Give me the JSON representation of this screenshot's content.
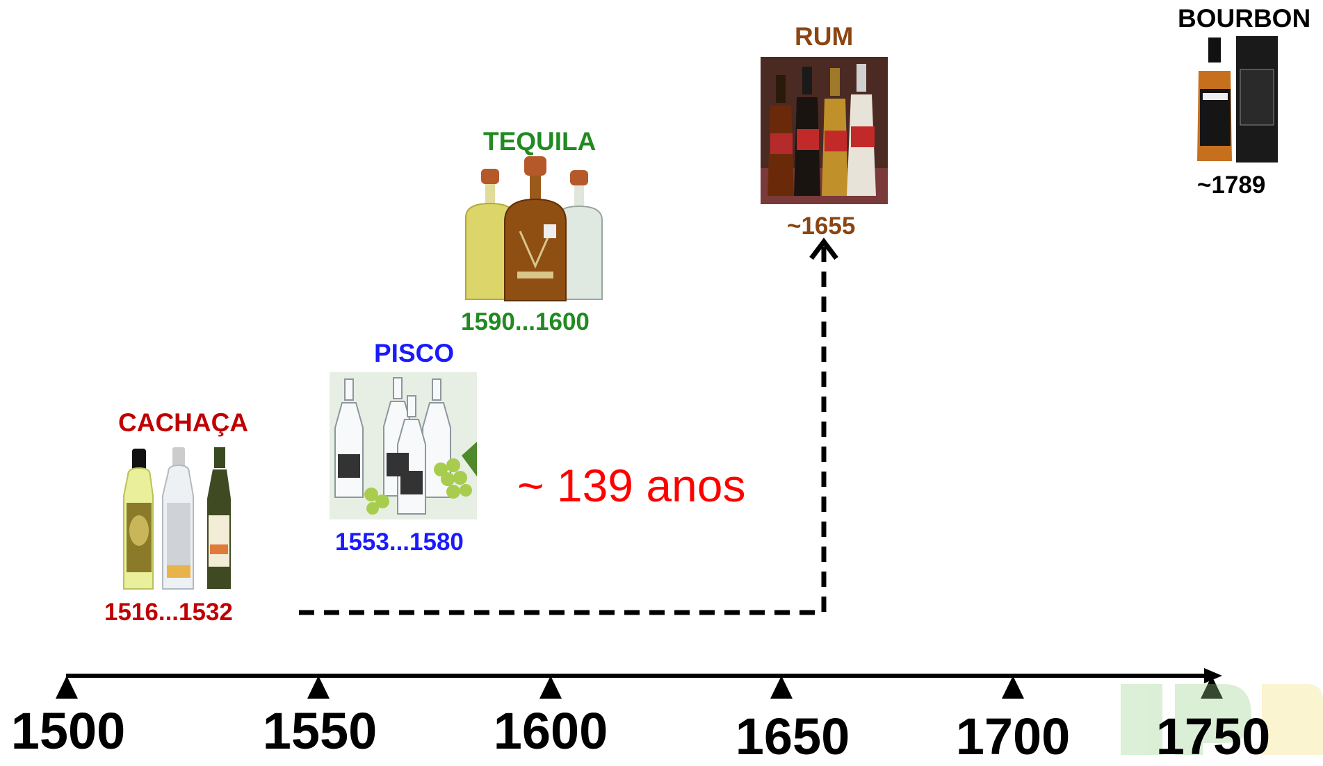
{
  "colors": {
    "cachaca": "#c00000",
    "pisco": "#1a1aff",
    "tequila": "#218a21",
    "rum": "#8b4513",
    "bourbon": "#000000",
    "span_note": "#ff0000",
    "axis": "#000000"
  },
  "spirits": [
    {
      "id": "cachaca",
      "name": "CACHAÇA",
      "date": "1516...1532",
      "photo": "three-cachaca-bottles"
    },
    {
      "id": "pisco",
      "name": "PISCO",
      "date": "1553...1580",
      "photo": "pisco-bottles-with-grapes"
    },
    {
      "id": "tequila",
      "name": "TEQUILA",
      "date": "1590...1600",
      "photo": "three-tequila-bottles"
    },
    {
      "id": "rum",
      "name": "RUM",
      "date": "~1655",
      "photo": "havana-club-rum-bottles"
    },
    {
      "id": "bourbon",
      "name": "BOURBON",
      "date": "~1789",
      "photo": "jack-daniels-bottle-and-box"
    }
  ],
  "span_note": "~ 139 anos",
  "timeline": {
    "ticks": [
      "1500",
      "1550",
      "1600",
      "1650",
      "1700",
      "1750"
    ]
  }
}
